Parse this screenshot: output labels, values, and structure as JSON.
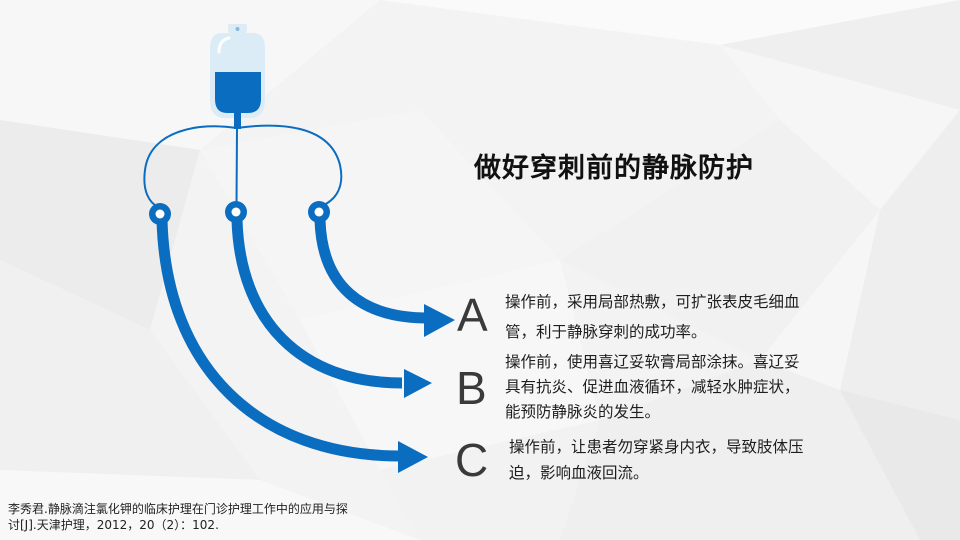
{
  "slide": {
    "title": "做好穿刺前的静脉防护",
    "colors": {
      "accent_blue": "#0b6dbf",
      "bag_light": "#dcecf7",
      "title_text": "#111111",
      "body_text": "#1e1e1e",
      "background": "#f4f4f5"
    },
    "icon": "iv-drip-bag-icon",
    "items": [
      {
        "letter": "A",
        "lines": [
          "操作前，采用局部热敷，可扩张表皮毛细血",
          "管，利于静脉穿刺的成功率。"
        ]
      },
      {
        "letter": "B",
        "lines": [
          "操作前，使用喜辽妥软膏局部涂抹。喜辽妥",
          "具有抗炎、促进血液循环，减轻水肿症状，",
          "能预防静脉炎的发生。"
        ]
      },
      {
        "letter": "C",
        "lines": [
          "操作前，让患者勿穿紧身内衣，导致肢体压",
          "迫，影响血液回流。"
        ]
      }
    ],
    "reference": {
      "line1": "李秀君.静脉滴注氯化钾的临床护理在门诊护理工作中的应用与探",
      "line2": "讨[J].天津护理，2012，20（2）：102."
    }
  }
}
